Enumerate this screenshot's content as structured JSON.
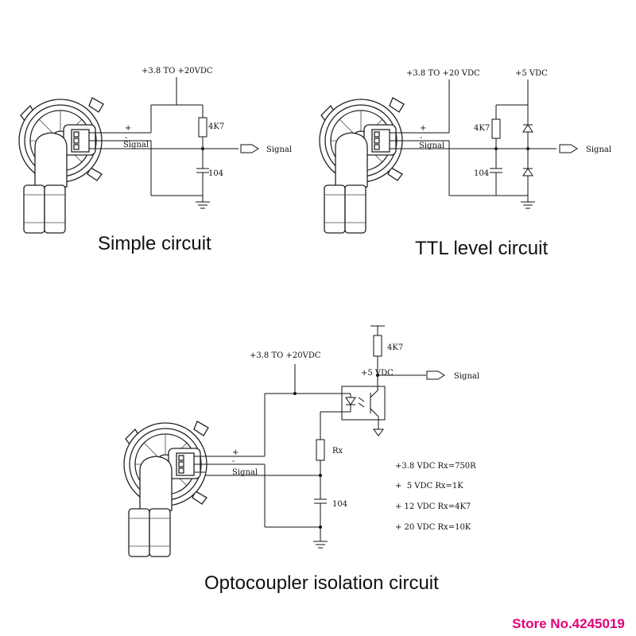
{
  "diagrams": {
    "simple": {
      "caption": "Simple circuit",
      "supply": "+3.8 TO +20VDC",
      "resistor": "4K7",
      "capacitor": "104",
      "signal": "Signal",
      "wire_plus": "+",
      "wire_minus": "-",
      "wire_signal": "Signal"
    },
    "ttl": {
      "caption": "TTL level circuit",
      "supply": "+3.8 TO +20 VDC",
      "supply2": "+5 VDC",
      "resistor": "4K7",
      "capacitor": "104",
      "signal": "Signal",
      "wire_plus": "+",
      "wire_minus": "-",
      "wire_signal": "Signal"
    },
    "opto": {
      "caption": "Optocoupler isolation circuit",
      "supply": "+3.8 TO +20VDC",
      "supply2": "+5 VDC",
      "resistor_top": "4K7",
      "resistor_rx": "Rx",
      "capacitor": "104",
      "signal": "Signal",
      "wire_plus": "+",
      "wire_minus": "-",
      "wire_signal": "Signal",
      "rx_table": [
        "+3.8 VDC Rx=750R",
        "+  5 VDC Rx=1K",
        "+ 12 VDC Rx=4K7",
        "+ 20 VDC Rx=10K"
      ]
    }
  },
  "store": "Store No.4245019",
  "colors": {
    "store_text": "#e0007a",
    "line": "#111111"
  }
}
